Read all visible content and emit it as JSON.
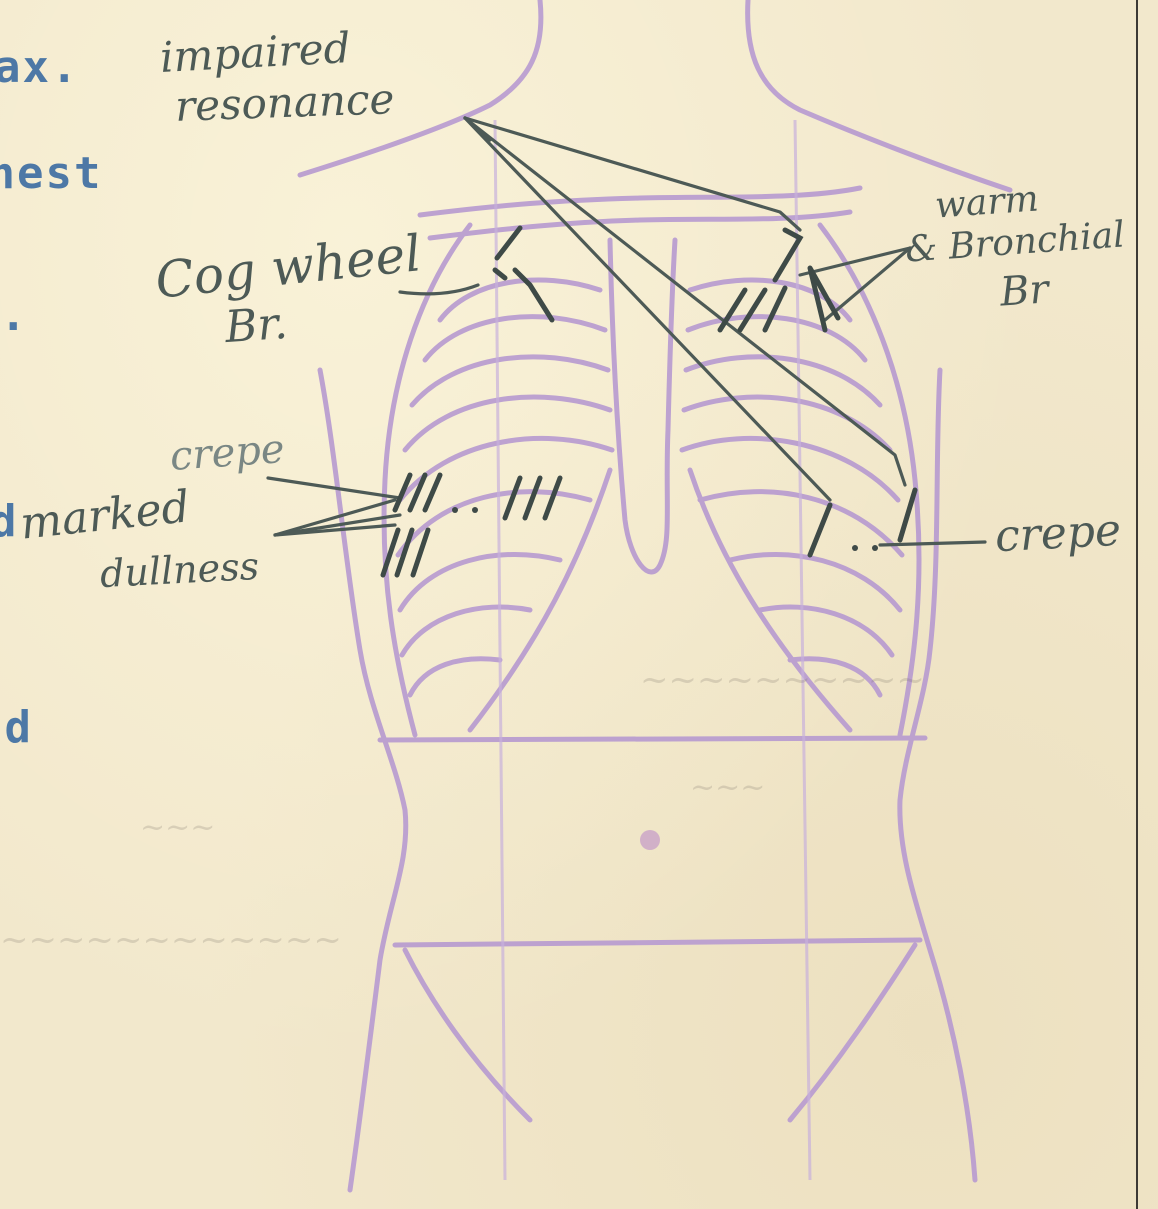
{
  "typed_margin": {
    "line1": "ax.",
    "line2": "chest",
    "line3": ".",
    "line4": "d",
    "line5": "ld"
  },
  "annotations": {
    "impaired_resonance_line1": "impaired",
    "impaired_resonance_line2": "resonance",
    "cogwheel_line1": "Cog wheel",
    "cogwheel_line2": "Br.",
    "warm_line1": "warm",
    "warm_line2": "& Bronchial",
    "warm_line3": "Br",
    "crepe_left": "crepe",
    "marked_dullness_line1": "marked",
    "marked_dullness_line2": "dullness",
    "crepe_right": "crepe"
  },
  "colors": {
    "paper": "#f2e8cc",
    "diagram_ink": "#b79ad0",
    "pencil": "#4d5a56",
    "typewriter": "#3f6fa3"
  }
}
